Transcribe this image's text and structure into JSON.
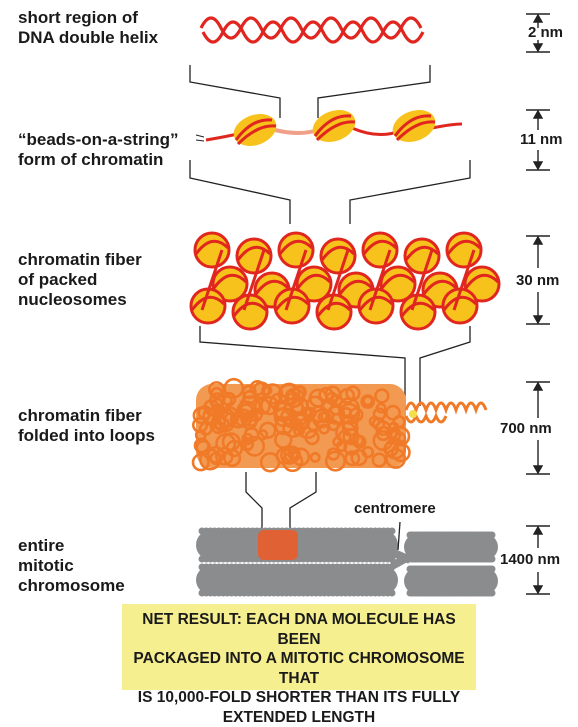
{
  "levels": [
    {
      "id": "dna",
      "label_lines": [
        "short region of",
        "DNA double helix"
      ],
      "scale": "2 nm"
    },
    {
      "id": "beads",
      "label_lines": [
        "“beads-on-a-string”",
        "form of chromatin"
      ],
      "scale": "11 nm"
    },
    {
      "id": "fiber30",
      "label_lines": [
        "chromatin fiber",
        "of packed",
        "nucleosomes"
      ],
      "scale": "30 nm"
    },
    {
      "id": "loops",
      "label_lines": [
        "chromatin fiber",
        "folded into loops"
      ],
      "scale": "700 nm"
    },
    {
      "id": "chromosome",
      "label_lines": [
        "entire",
        "mitotic",
        "chromosome"
      ],
      "scale": "1400 nm"
    }
  ],
  "centromere_label": "centromere",
  "result_lines": [
    "NET RESULT: EACH DNA MOLECULE HAS BEEN",
    "PACKAGED INTO A MITOTIC CHROMOSOME THAT",
    "IS 10,000-FOLD SHORTER THAN ITS FULLY",
    "EXTENDED LENGTH"
  ],
  "colors": {
    "dna_red": "#e0261f",
    "histone_yellow": "#f7c21b",
    "loop_orange": "#f07a28",
    "chromosome_gray": "#8a8c8d",
    "result_box": "#f6ef8f"
  }
}
